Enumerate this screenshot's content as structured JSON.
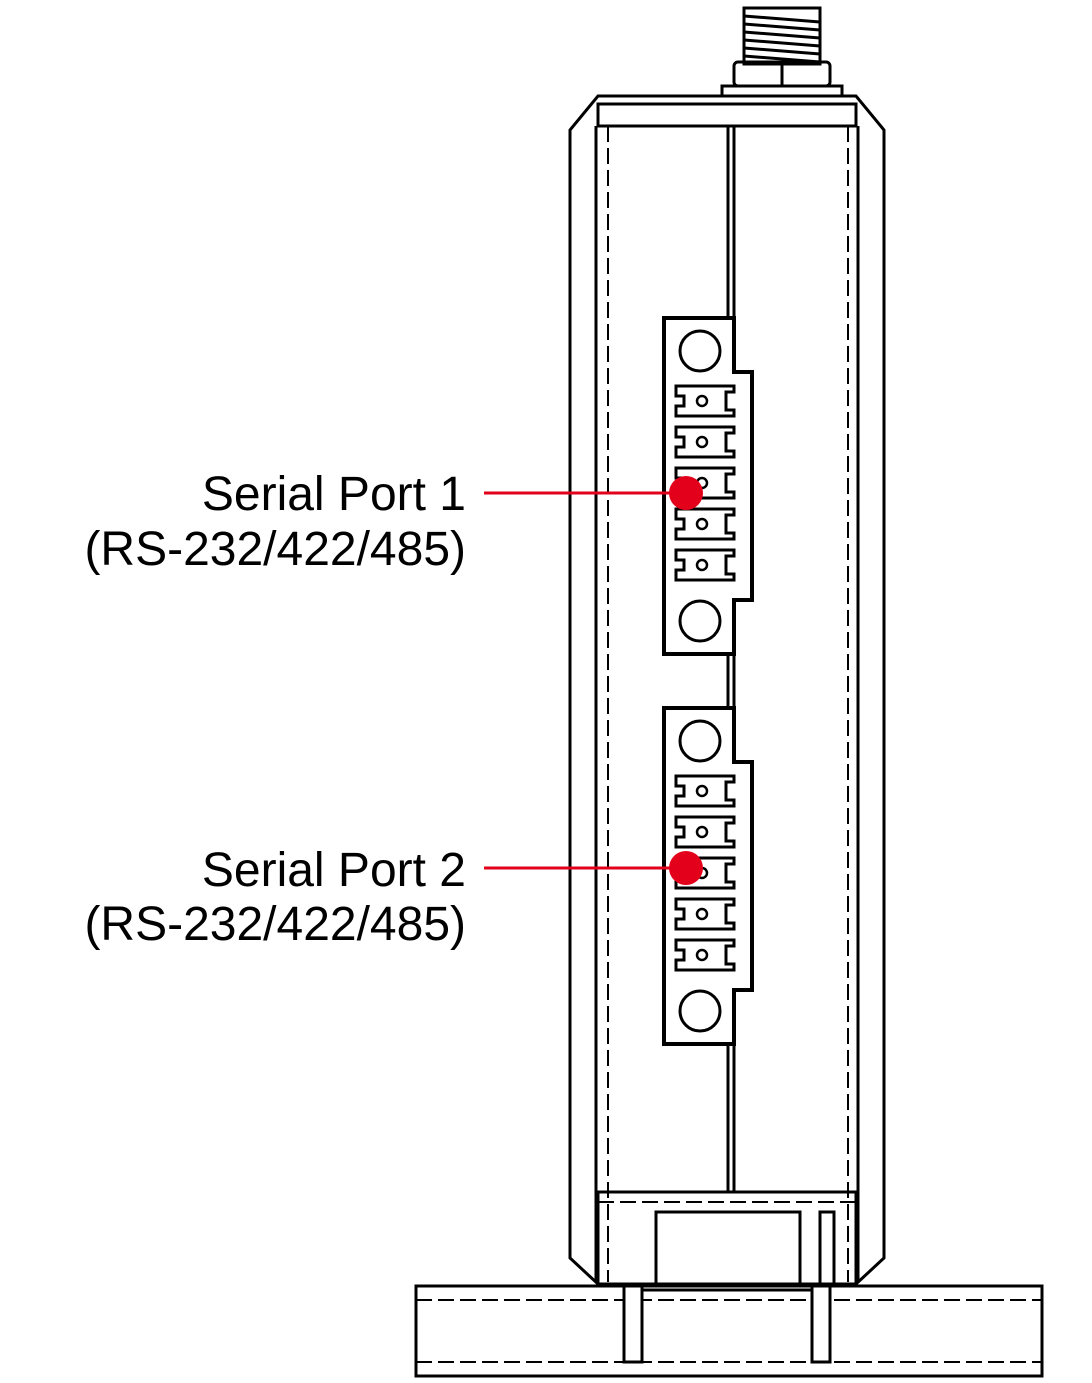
{
  "callouts": [
    {
      "title": "Serial Port 1",
      "subtitle": "(RS-232/422/485)"
    },
    {
      "title": "Serial Port 2",
      "subtitle": "(RS-232/422/485)"
    }
  ],
  "colors": {
    "outline": "#000000",
    "callout": "#e2001a",
    "background": "#ffffff"
  }
}
